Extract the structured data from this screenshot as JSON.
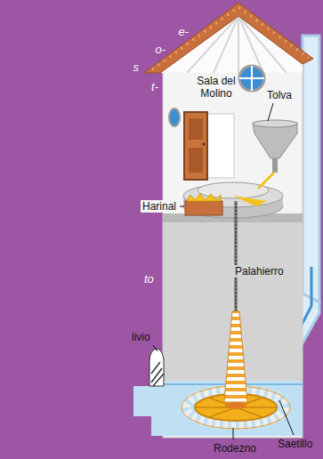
{
  "diagram": {
    "labels": [
      "e-",
      "o-",
      "s",
      "t-",
      "Sala del Molino",
      "Tolva",
      "Harinal",
      "to",
      "Palahierro",
      "livio",
      "Rodezno",
      "Saetillo"
    ]
  }
}
